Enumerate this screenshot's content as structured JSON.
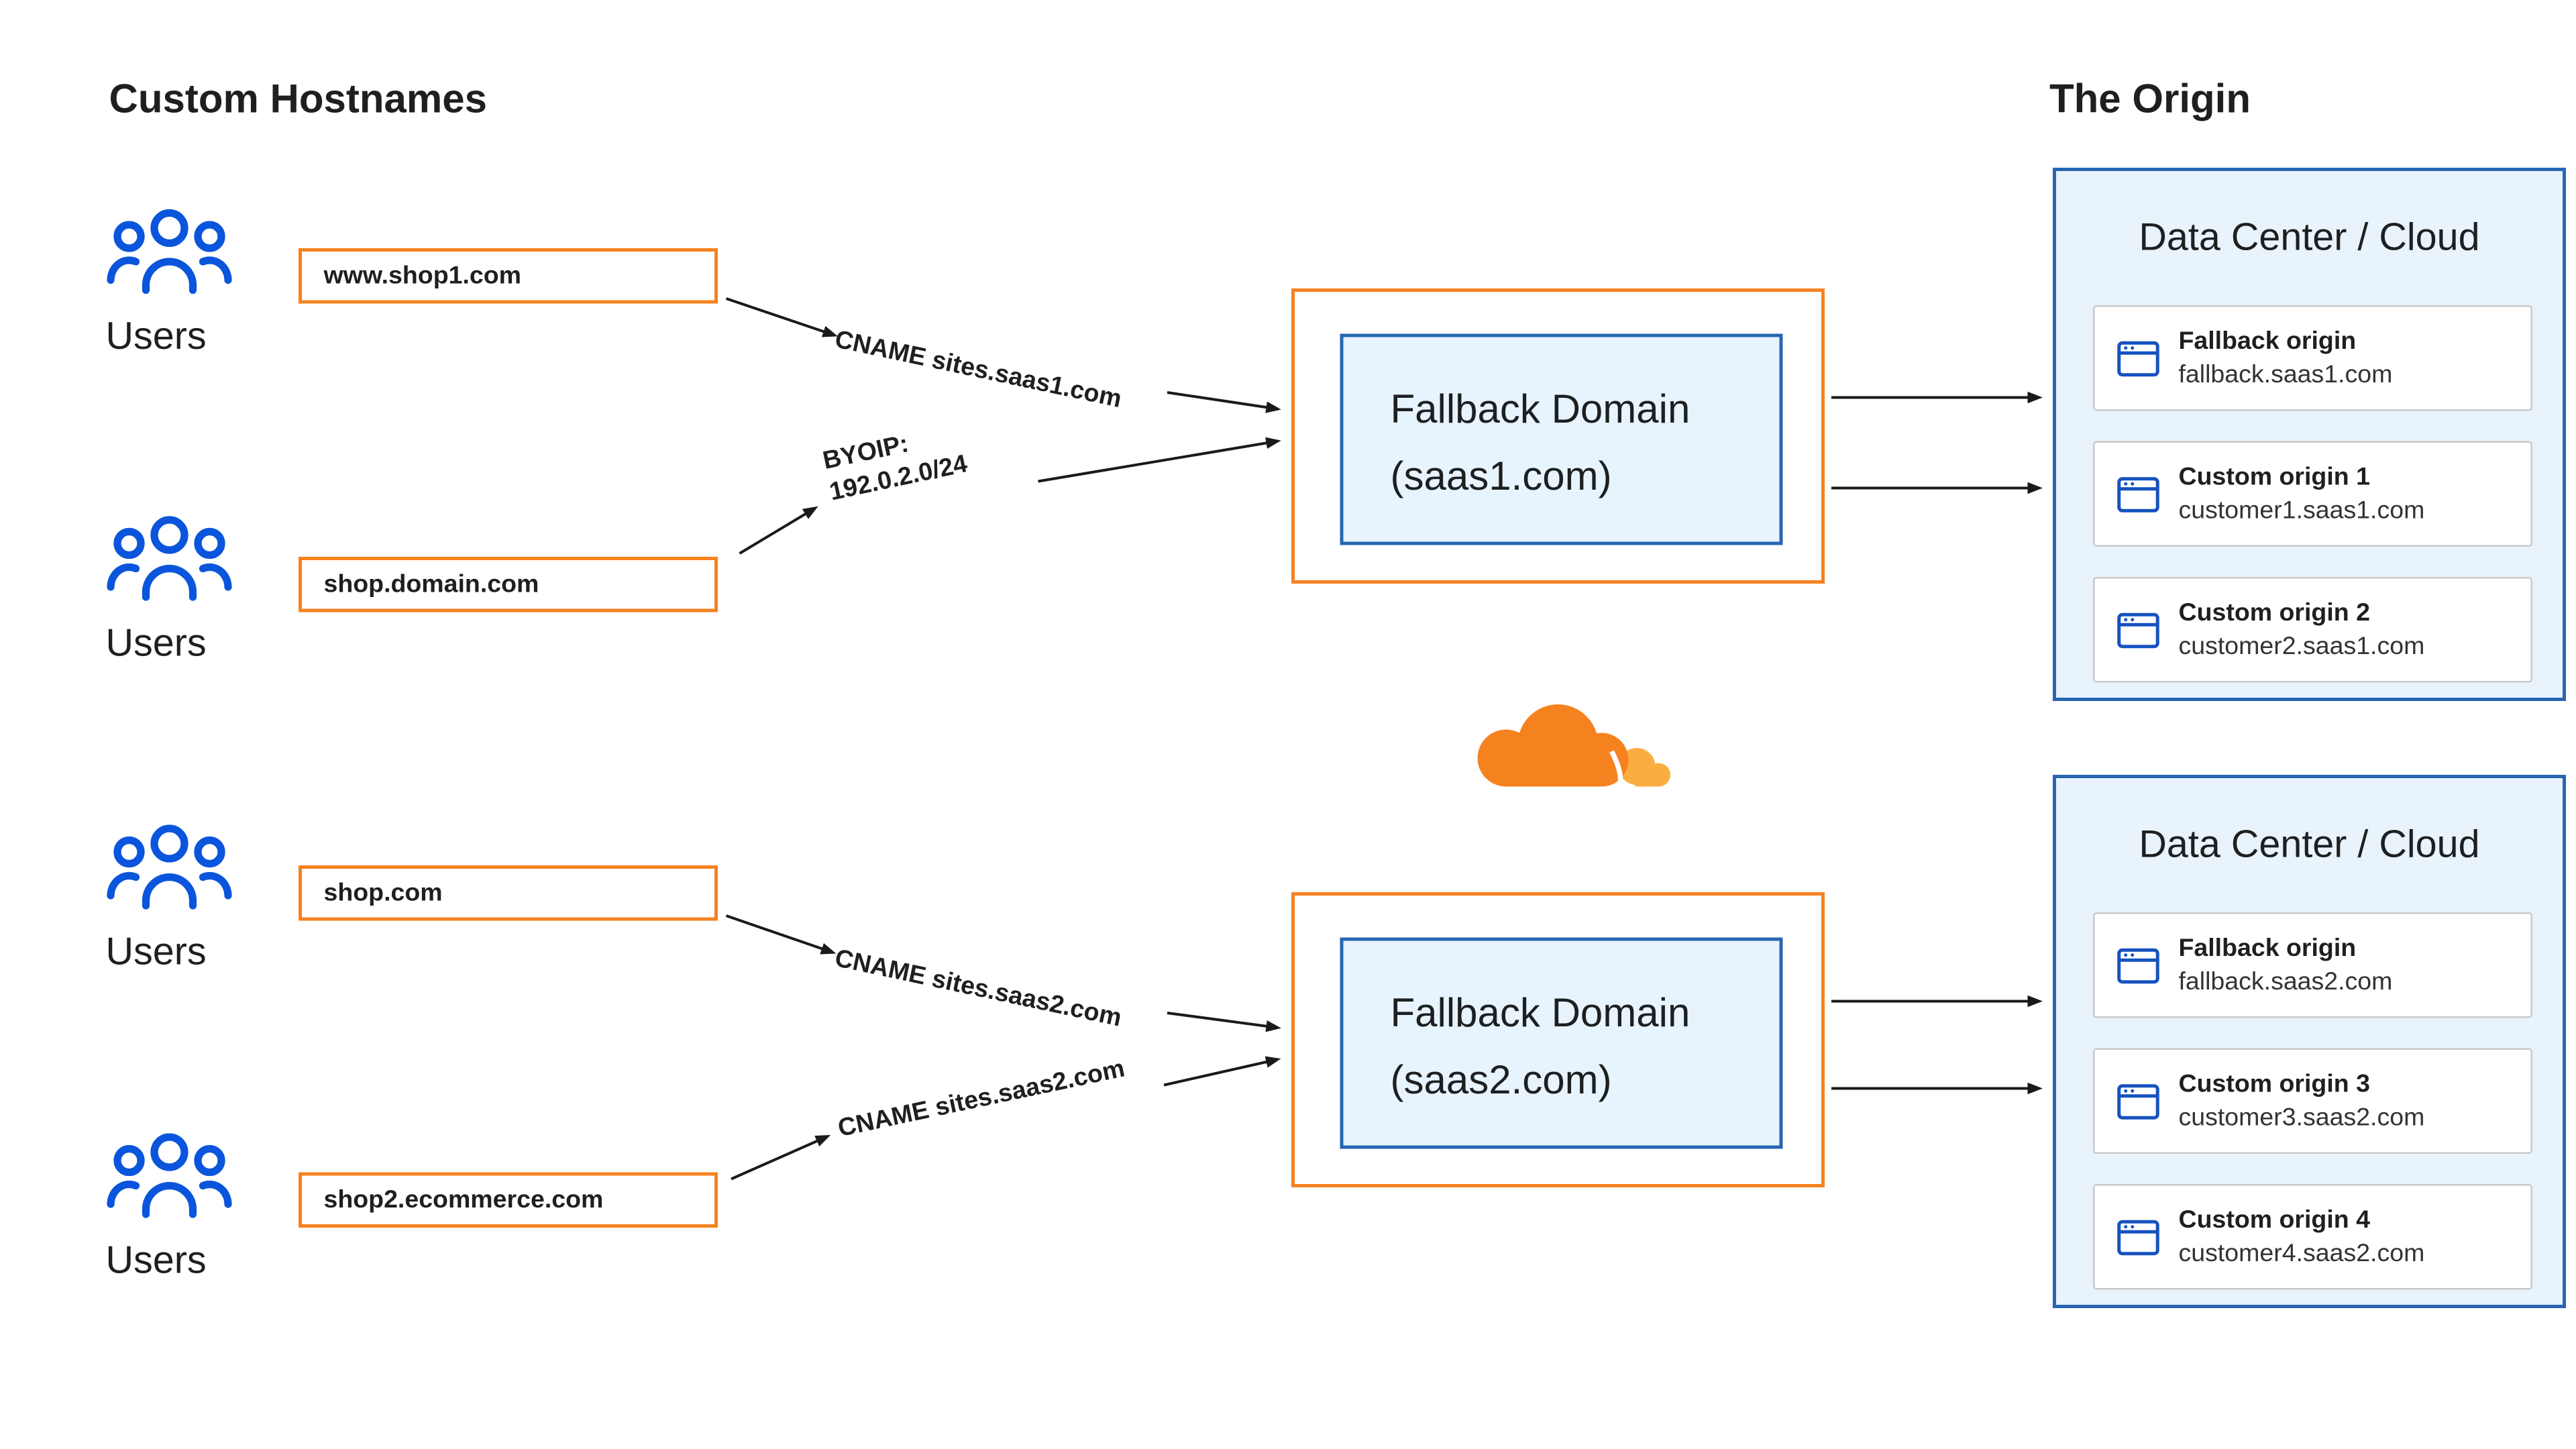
{
  "titles": {
    "left": "Custom Hostnames",
    "right": "The Origin"
  },
  "users_label": "Users",
  "hostnames": [
    "www.shop1.com",
    "shop.domain.com",
    "shop.com",
    "shop2.ecommerce.com"
  ],
  "edge_labels": {
    "cname_saas1": "CNAME sites.saas1.com",
    "byoip_line1": "BYOIP:",
    "byoip_line2": "192.0.2.0/24",
    "cname_saas2_a": "CNAME sites.saas2.com",
    "cname_saas2_b": "CNAME sites.saas2.com"
  },
  "fallback_domains": [
    {
      "line1": "Fallback Domain",
      "line2": "(saas1.com)"
    },
    {
      "line1": "Fallback Domain",
      "line2": "(saas2.com)"
    }
  ],
  "origin_panels": [
    {
      "title": "Data Center / Cloud",
      "cards": [
        {
          "name": "Fallback origin",
          "host": "fallback.saas1.com"
        },
        {
          "name": "Custom origin 1",
          "host": "customer1.saas1.com"
        },
        {
          "name": "Custom origin 2",
          "host": "customer2.saas1.com"
        }
      ]
    },
    {
      "title": "Data Center / Cloud",
      "cards": [
        {
          "name": "Fallback origin",
          "host": "fallback.saas2.com"
        },
        {
          "name": "Custom origin 3",
          "host": "customer3.saas2.com"
        },
        {
          "name": "Custom origin 4",
          "host": "customer4.saas2.com"
        }
      ]
    }
  ],
  "colors": {
    "orange": "#f6821f",
    "orange_light": "#fbad41",
    "blue_icon": "#0a55dc",
    "blue_border": "#2766b2",
    "panel_fill": "#e9f3fb",
    "inner_fill": "#e7f4fd",
    "text": "#1d1f20"
  }
}
